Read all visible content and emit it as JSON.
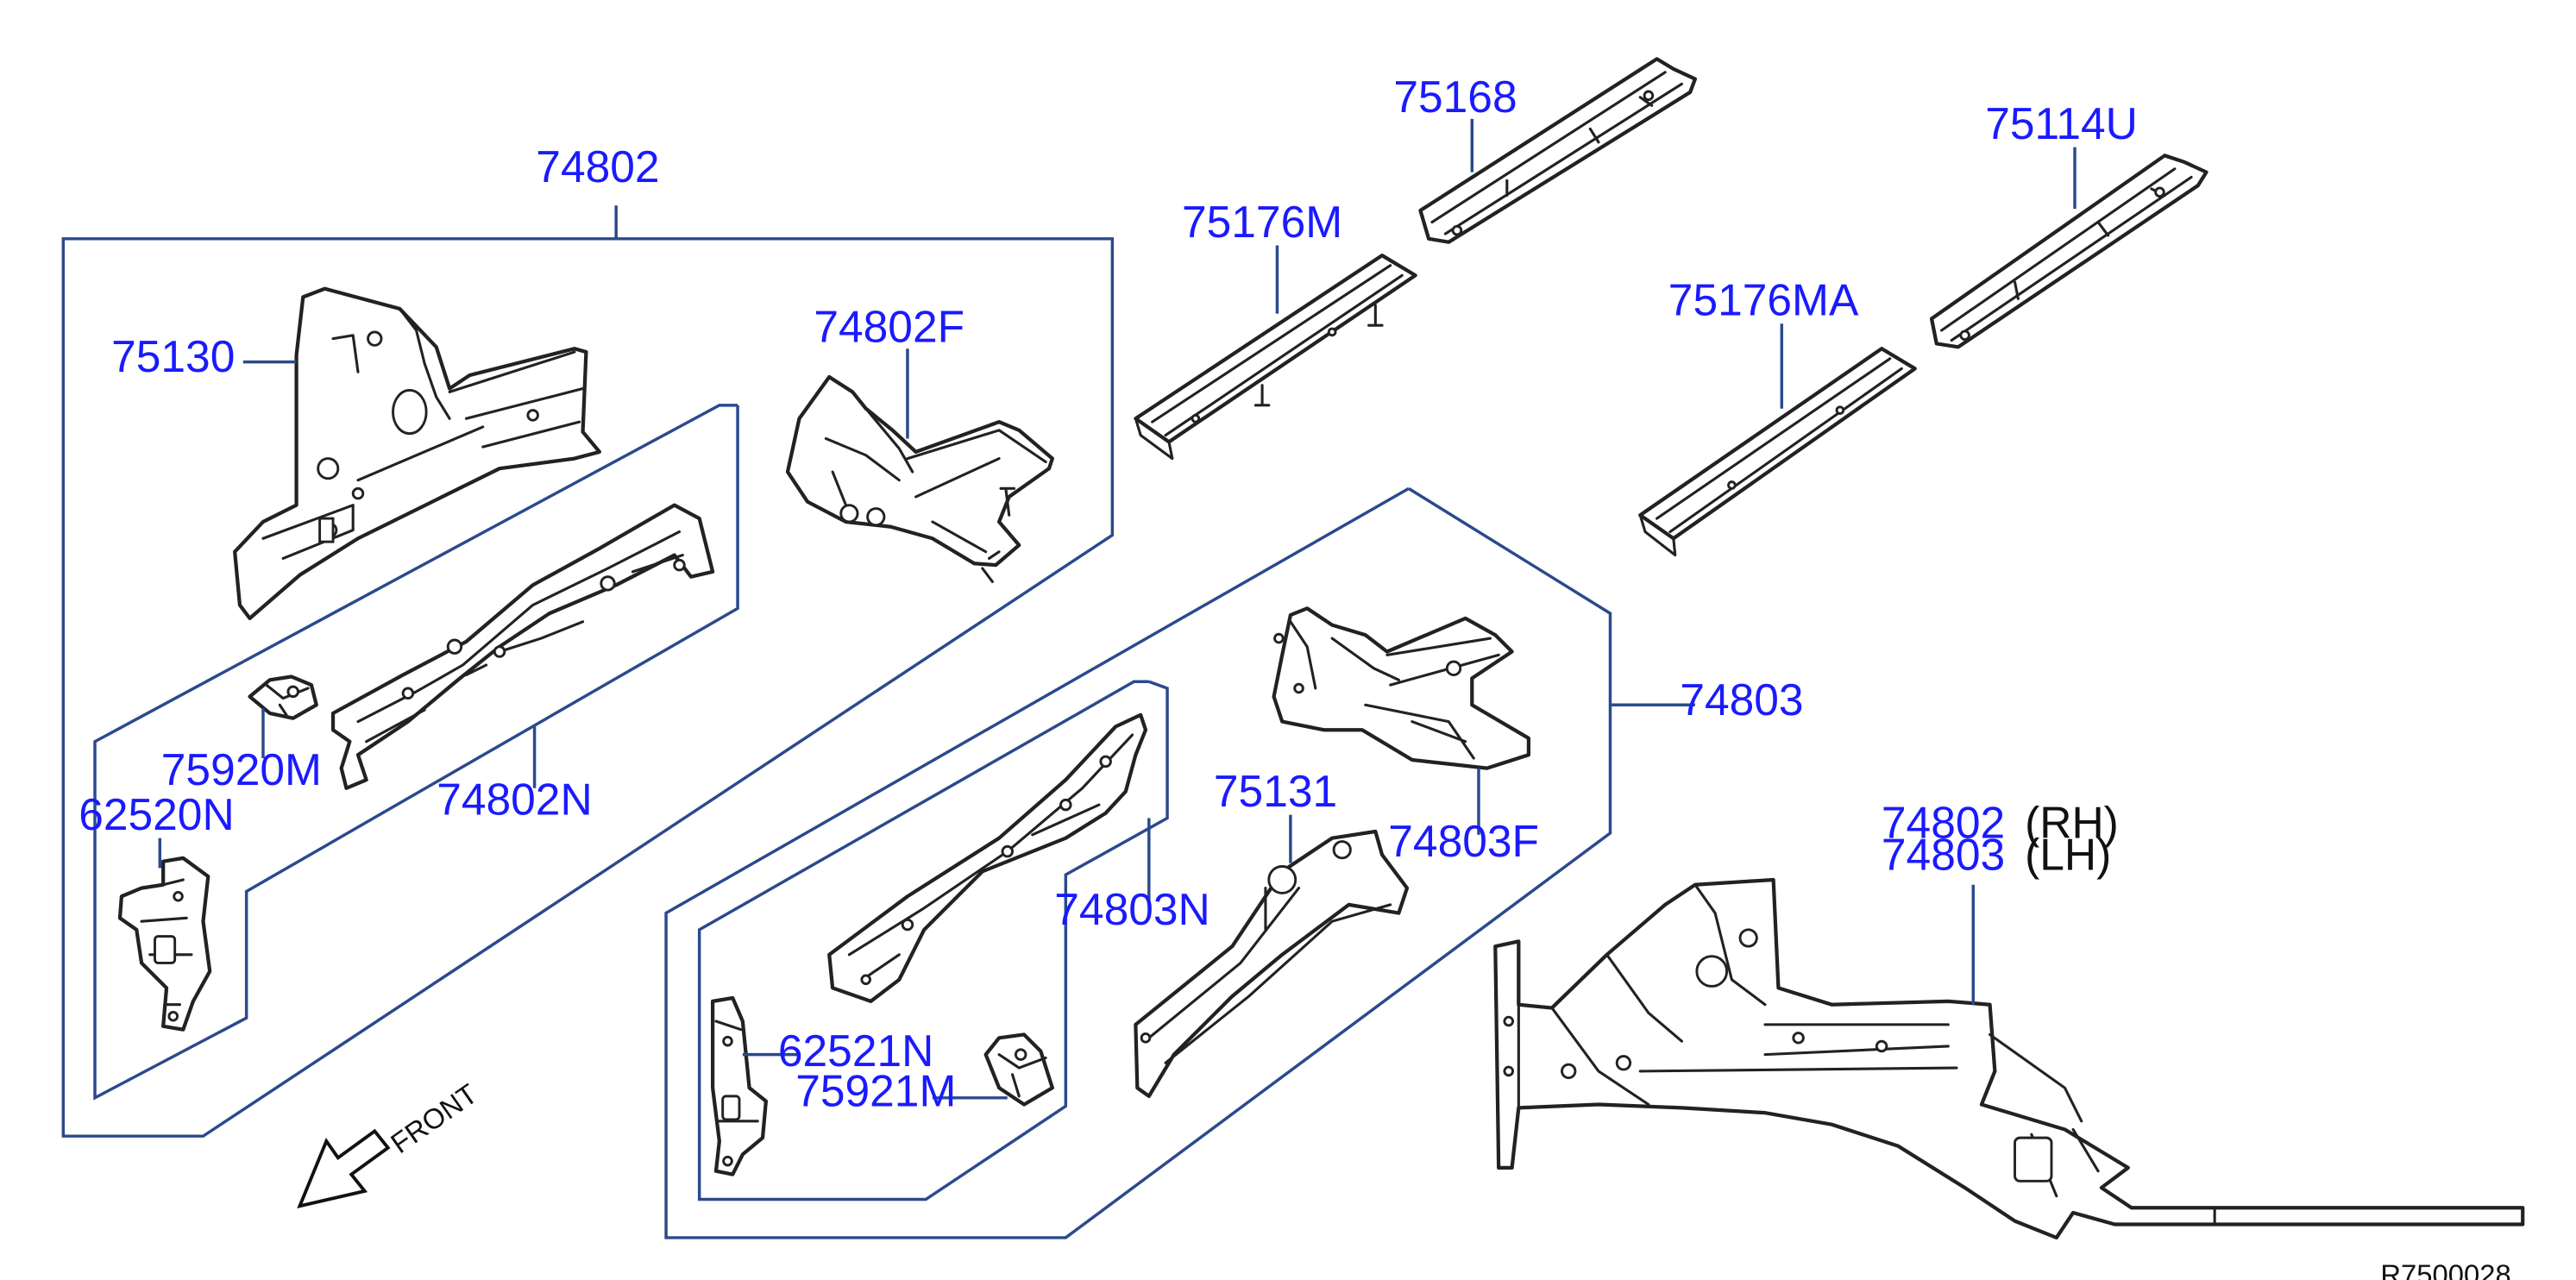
{
  "colors": {
    "label": "#1a1aff",
    "group_line": "#2b4a8c",
    "part_line": "#222222",
    "background": "#ffffff"
  },
  "icons": {
    "front_arrow": "front-arrow-icon"
  },
  "labels": {
    "p74802_group": "74802",
    "p75130": "75130",
    "p74802F": "74802F",
    "p75920M": "75920M",
    "p74802N": "74802N",
    "p62520N": "62520N",
    "p75168": "75168",
    "p75176M": "75176M",
    "p75114U": "75114U",
    "p75176MA": "75176MA",
    "p74803_group": "74803",
    "p75131": "75131",
    "p74803F": "74803F",
    "p74803N": "74803N",
    "p62521N": "62521N",
    "p75921M": "75921M",
    "assy_rh_num": "74802",
    "assy_rh_side": "(RH)",
    "assy_lh_num": "74803",
    "assy_lh_side": "(LH)"
  },
  "front_label": "FRONT",
  "diagram_code": "R7500028"
}
